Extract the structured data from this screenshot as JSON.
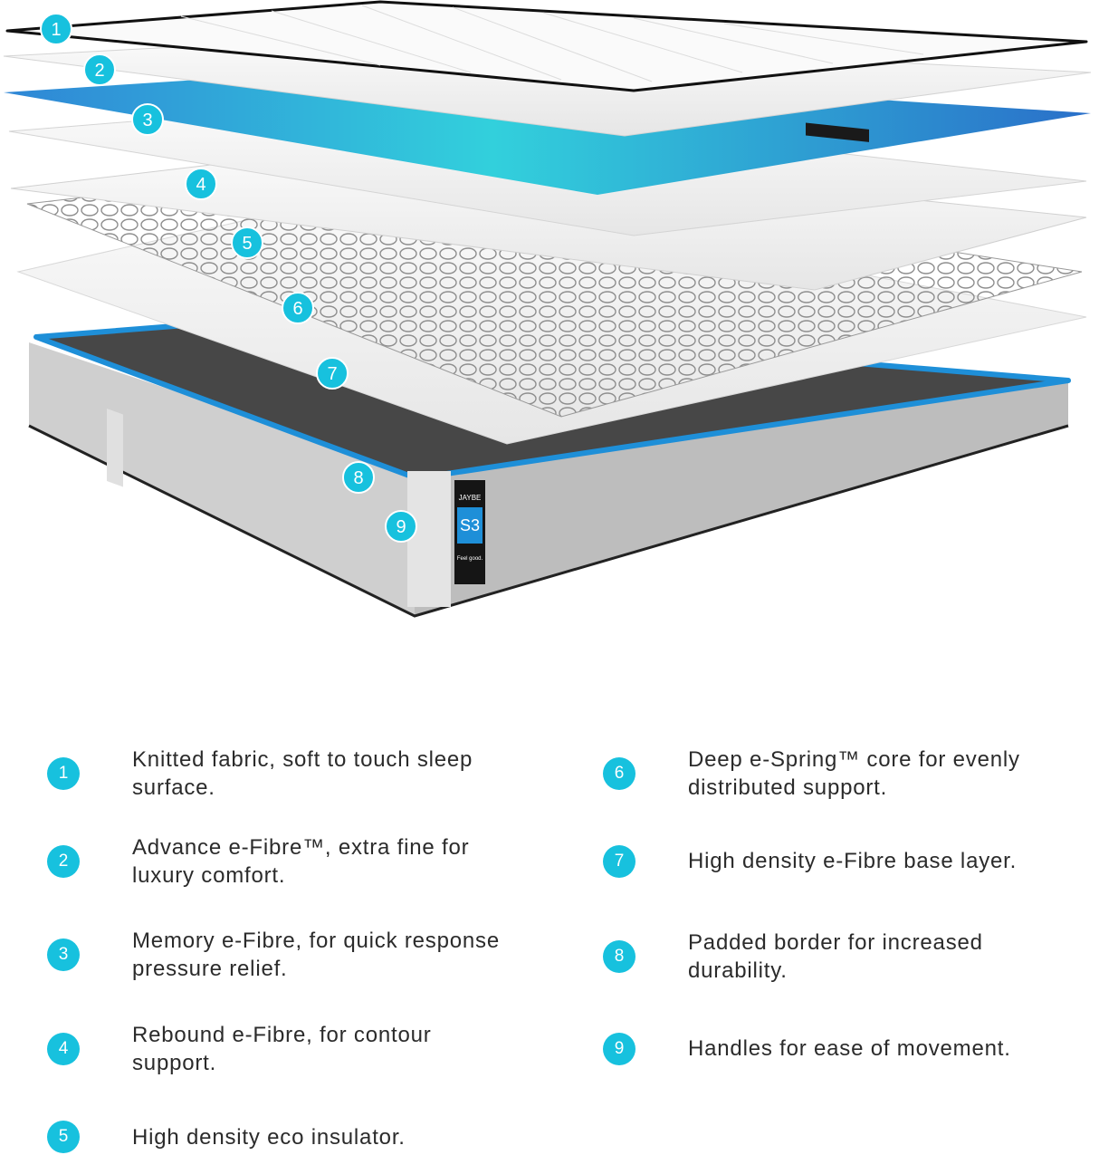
{
  "colors": {
    "accent": "#17c1de",
    "text": "#2b2b2b",
    "base_dark": "#4a4a4a",
    "border_grey": "#c9c9c9",
    "piping_blue": "#1e8fd8",
    "memory_layer_teal": "#2ec9d8"
  },
  "diagram_markers": [
    "1",
    "2",
    "3",
    "4",
    "5",
    "6",
    "7",
    "8",
    "9"
  ],
  "legend": [
    {
      "number": "1",
      "text": "Knitted fabric, soft to touch sleep surface."
    },
    {
      "number": "2",
      "text": "Advance e-Fibre™, extra fine for luxury comfort."
    },
    {
      "number": "3",
      "text": "Memory e-Fibre, for quick response pressure relief."
    },
    {
      "number": "4",
      "text": "Rebound e-Fibre, for contour support."
    },
    {
      "number": "5",
      "text": "High density eco insulator."
    },
    {
      "number": "6",
      "text": "Deep e-Spring™ core for evenly distributed support."
    },
    {
      "number": "7",
      "text": "High density e-Fibre base layer."
    },
    {
      "number": "8",
      "text": "Padded border for increased durability."
    },
    {
      "number": "9",
      "text": "Handles for ease of movement."
    }
  ],
  "label_tag": {
    "brand": "JAYBE",
    "model": "S3",
    "tagline": "Feel good."
  }
}
